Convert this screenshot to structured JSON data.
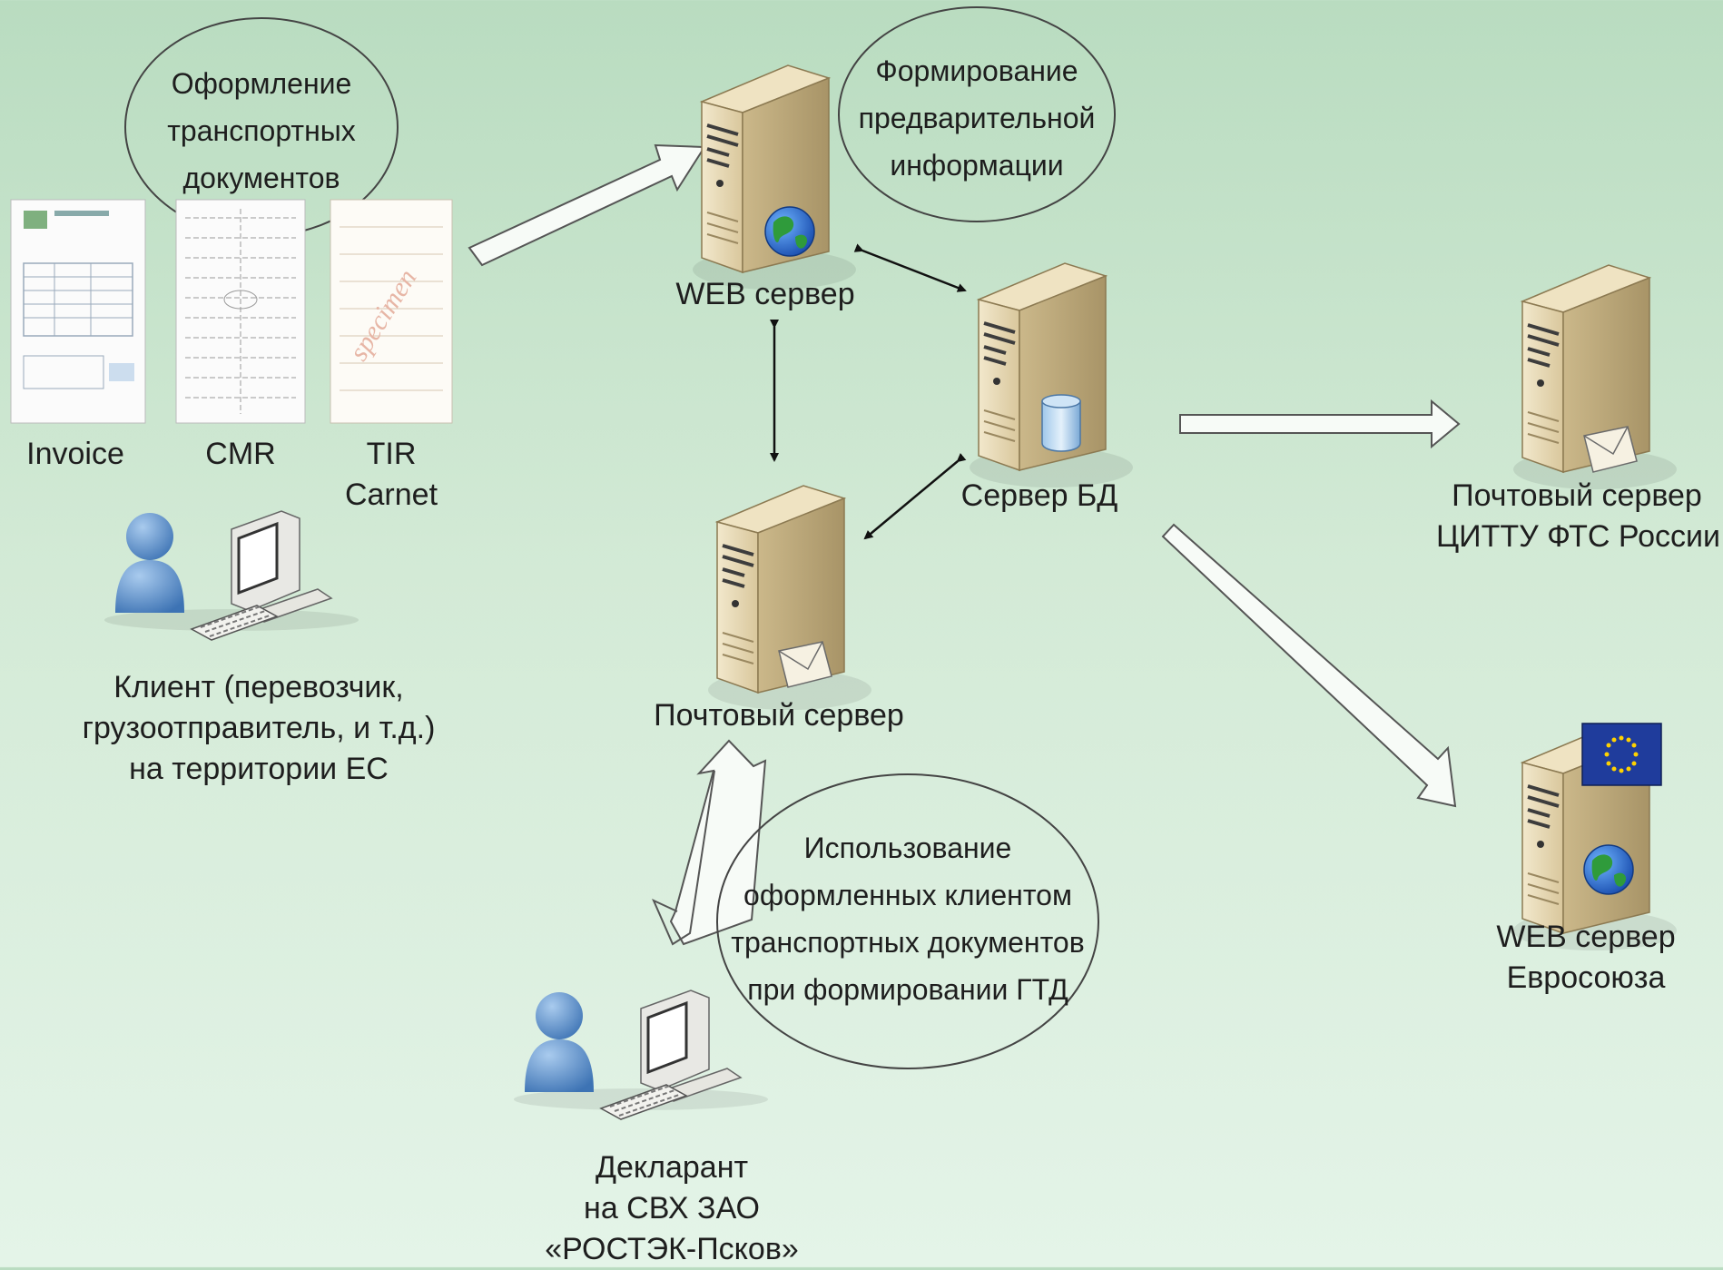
{
  "diagram": {
    "bubbles": {
      "docs_prep": [
        "Оформление",
        "транспортных",
        "документов"
      ],
      "pre_info": [
        "Формирование",
        "предварительной",
        "информации"
      ],
      "usage": [
        "Использование",
        "оформленных клиентом",
        "транспортных документов",
        "при формировании ГТД"
      ]
    },
    "documents": {
      "invoice": "Invoice",
      "cmr": "CMR",
      "tir": [
        "TIR",
        "Carnet"
      ]
    },
    "nodes": {
      "web_server": "WEB сервер",
      "db_server": "Сервер БД",
      "mail_server": "Почтовый сервер",
      "mail_server_fts": [
        "Почтовый сервер",
        "ЦИТТУ ФТС России"
      ],
      "web_server_eu": [
        "WEB сервер",
        "Евросоюза"
      ]
    },
    "actors": {
      "client": [
        "Клиент (перевозчик,",
        "грузоотправитель, и т.д.)",
        "на территории ЕС"
      ],
      "declarant": [
        "Декларант",
        "на СВХ ЗАО",
        "«РОСТЭК-Псков»"
      ]
    },
    "colors": {
      "background_top": "#b9dcc0",
      "background_bottom": "#e4f4e8",
      "server_body": "#e6d8b4",
      "person": "#5b8fc7",
      "eu_flag": "#1f3c9c"
    },
    "icons": [
      "document-icon",
      "server-icon",
      "globe-icon",
      "database-icon",
      "envelope-icon",
      "eu-flag-icon",
      "person-icon",
      "workstation-icon"
    ]
  }
}
